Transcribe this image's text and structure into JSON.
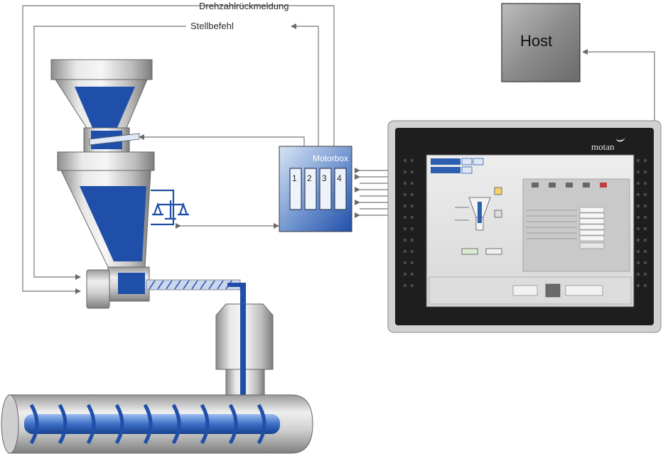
{
  "signals": {
    "speed_feedback": "Drehzahlrückmeldung",
    "control_command": "Stellbefehl"
  },
  "host": {
    "label": "Host"
  },
  "motorbox": {
    "title": "Motorbox",
    "channels": [
      "1",
      "2",
      "3",
      "4"
    ]
  },
  "panel": {
    "brand": "motan"
  },
  "colors": {
    "material_blue": "#1f4fa8",
    "line_gray": "#8c8c8c",
    "metal_light": "#e6e6e6",
    "metal_dark": "#7a7a7a",
    "motorbox_blue": "#2d5fb0",
    "host_gray": "#8a8a8a",
    "panel_bezel": "#1e1e1e"
  },
  "icons": [
    "scale-icon",
    "swoosh-logo-icon"
  ]
}
